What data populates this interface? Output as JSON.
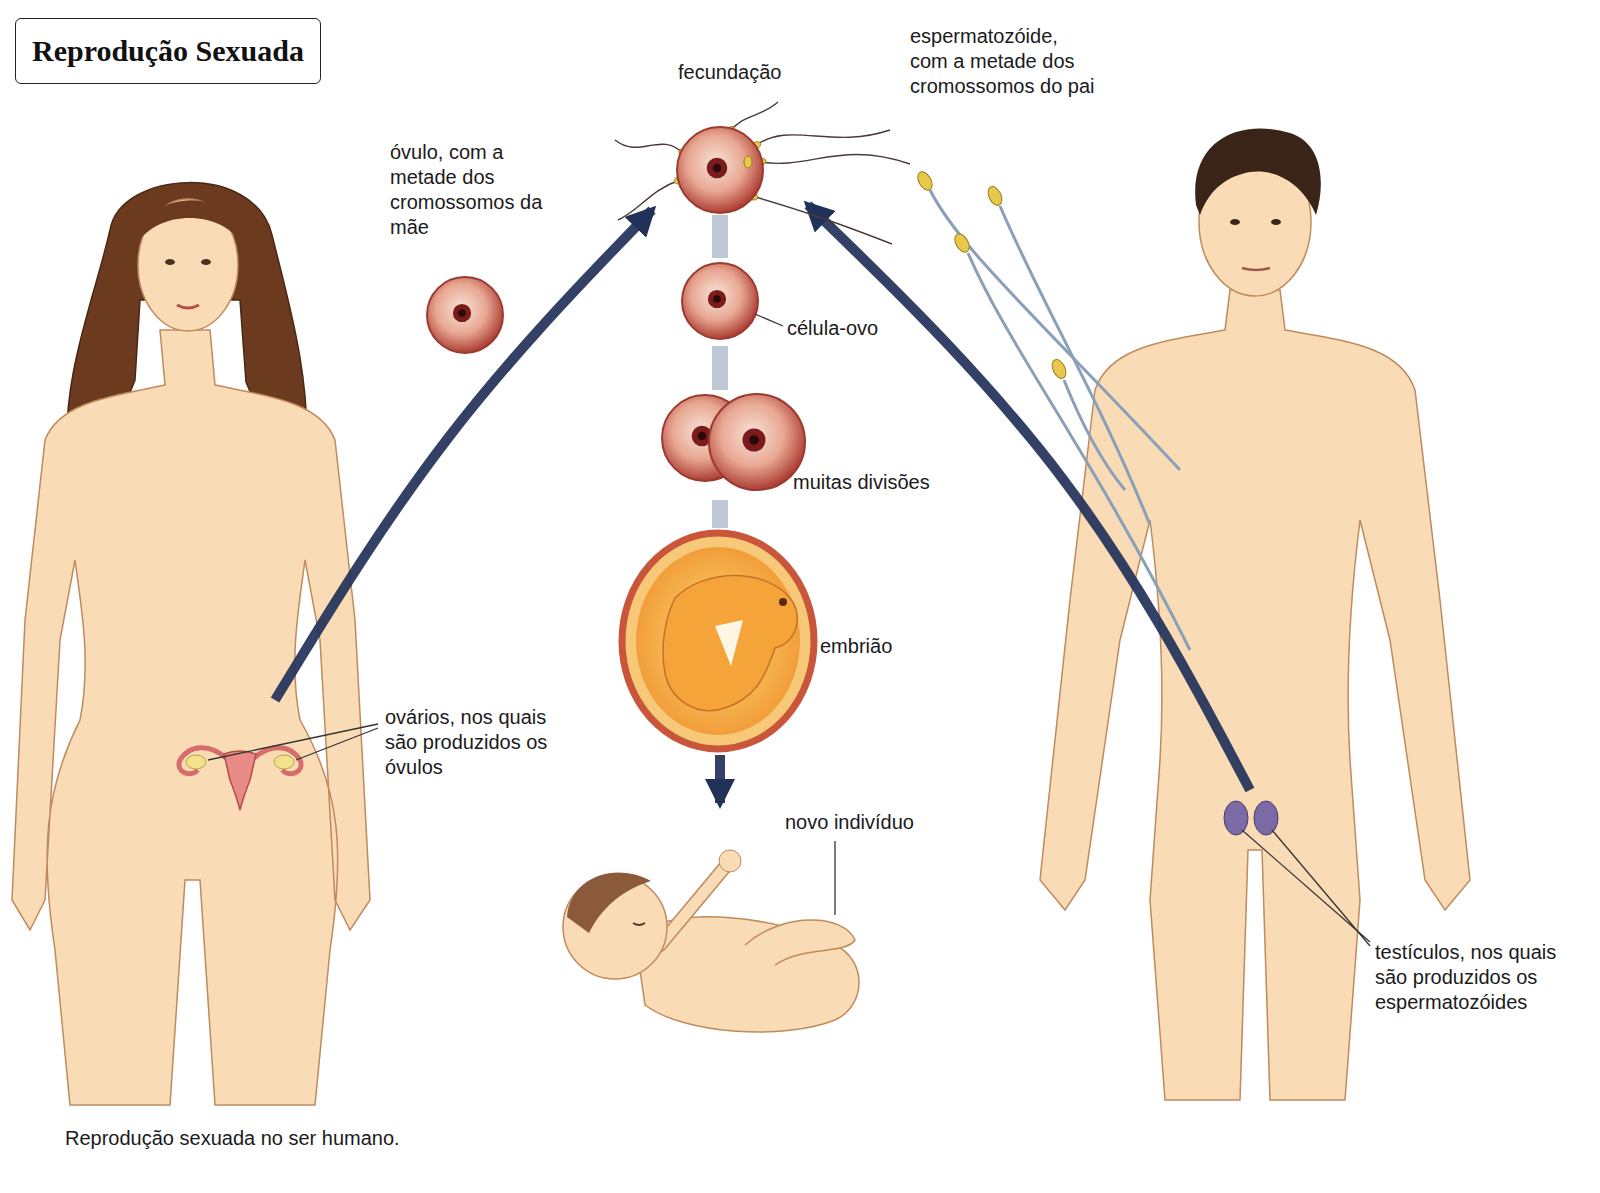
{
  "diagram": {
    "title": "Reprodução Sexuada",
    "caption": "Reprodução sexuada no ser humano.",
    "nodes": [
      {
        "text": [
          "ovários, nos quais são produzidos os óvulos"
        ]
      },
      {
        "text": [
          "óvulo, com a metade dos cromossomos da mãe"
        ]
      },
      {
        "text": [
          "fecundação"
        ]
      },
      {
        "text": [
          "espermatozóide, com a metade dos cromossomos do pai"
        ]
      },
      {
        "text": [
          "célula-ovo"
        ]
      },
      {
        "text": [
          "muitas divisões"
        ]
      },
      {
        "text": [
          "embrião"
        ]
      },
      {
        "text": [
          "novo indivíduo"
        ]
      },
      {
        "text": [
          "testículos, nos quais são produzidos os espermatozóides"
        ]
      }
    ],
    "edges": [
      {
        "from": 0,
        "to": 2,
        "arrow": "to"
      },
      {
        "from": 8,
        "to": 2,
        "arrow": "to"
      },
      {
        "from": 2,
        "to": 4,
        "arrow": "none"
      },
      {
        "from": 4,
        "to": 5,
        "arrow": "none"
      },
      {
        "from": 5,
        "to": 6,
        "arrow": "none"
      },
      {
        "from": 6,
        "to": 7,
        "arrow": "to"
      }
    ]
  }
}
